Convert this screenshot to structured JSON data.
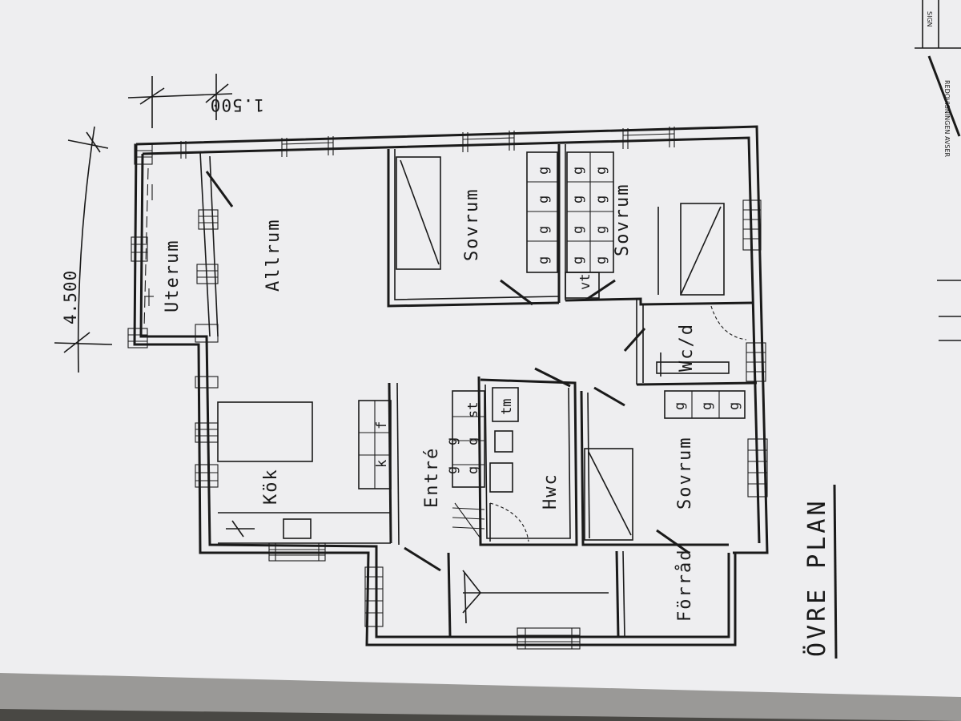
{
  "rooms": {
    "uterum": "Uterum",
    "allrum": "Allrum",
    "sovrum_top_left": "Sovrum",
    "sovrum_top_right": "Sovrum",
    "wcd": "Wc/d",
    "kok": "Kök",
    "entre": "Entré",
    "hwc": "Hwc",
    "sovrum_bottom": "Sovrum",
    "forrad": "Förråd"
  },
  "fixtures": {
    "g": "g",
    "vt": "vt",
    "st": "st",
    "tm": "tm",
    "k": "k",
    "f": "f"
  },
  "dimensions": {
    "width": "4.500",
    "offset": "1.500"
  },
  "plan_title": "ÖVRE PLAN",
  "title_block": {
    "sign": "SIGN",
    "avser": "REDOVISNINGEN AVSER"
  }
}
